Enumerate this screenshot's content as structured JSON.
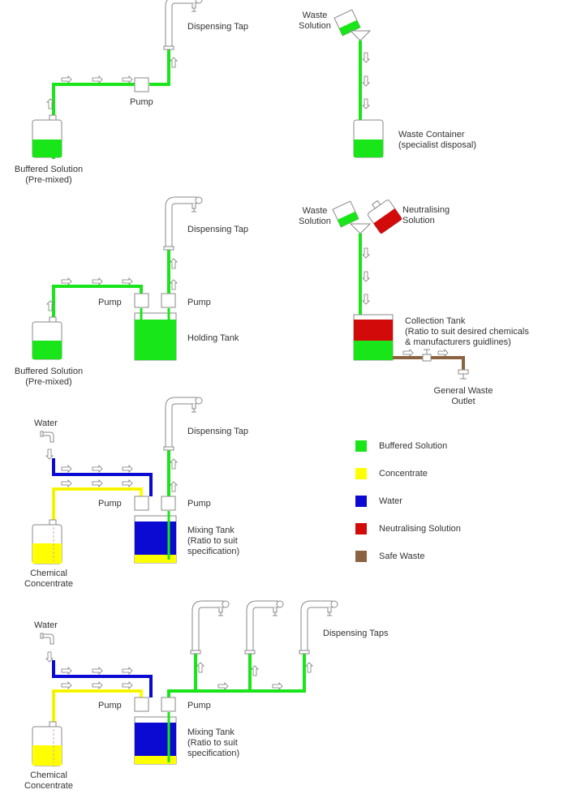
{
  "colors": {
    "buffered": "#19e619",
    "concentrate": "#ffff00",
    "water": "#0a0ad2",
    "neutralising": "#d20a0a",
    "waste": "#8b6340",
    "outline": "#8a8a8a"
  },
  "legend": [
    {
      "label": "Buffered Solution",
      "color": "#19e619"
    },
    {
      "label": "Concentrate",
      "color": "#ffff00"
    },
    {
      "label": "Water",
      "color": "#0a0ad2"
    },
    {
      "label": "Neutralising Solution",
      "color": "#d20a0a"
    },
    {
      "label": "Safe Waste",
      "color": "#8b6340"
    }
  ],
  "panel1": {
    "tap": "Dispensing Tap",
    "pump": "Pump",
    "buffered": [
      "Buffered Solution",
      "(Pre-mixed)"
    ]
  },
  "panel2": {
    "waste": [
      "Waste",
      "Solution"
    ],
    "container": [
      "Waste Container",
      "(specialist disposal)"
    ]
  },
  "panel3": {
    "tap": "Dispensing Tap",
    "pump_left": "Pump",
    "pump_right": "Pump",
    "tank": "Holding Tank",
    "buffered": [
      "Buffered Solution",
      "(Pre-mixed)"
    ]
  },
  "panel4": {
    "waste": [
      "Waste",
      "Solution"
    ],
    "neutralising": [
      "Neutralising",
      "Solution"
    ],
    "collection": [
      "Collection Tank",
      "(Ratio to suit desired chemicals",
      "& manufacturers guidlines)"
    ],
    "outlet": [
      "General Waste",
      "Outlet"
    ]
  },
  "panel5": {
    "water": "Water",
    "tap": "Dispensing Tap",
    "pump_left": "Pump",
    "pump_right": "Pump",
    "tank": [
      "Mixing Tank",
      "(Ratio to suit",
      "specification)"
    ],
    "chem": [
      "Chemical",
      "Concentrate"
    ]
  },
  "panel6": {
    "water": "Water",
    "taps": "Dispensing Taps",
    "pump_left": "Pump",
    "pump_right": "Pump",
    "tank": [
      "Mixing Tank",
      "(Ratio to suit",
      "specification)"
    ],
    "chem": [
      "Chemical",
      "Concentrate"
    ]
  }
}
